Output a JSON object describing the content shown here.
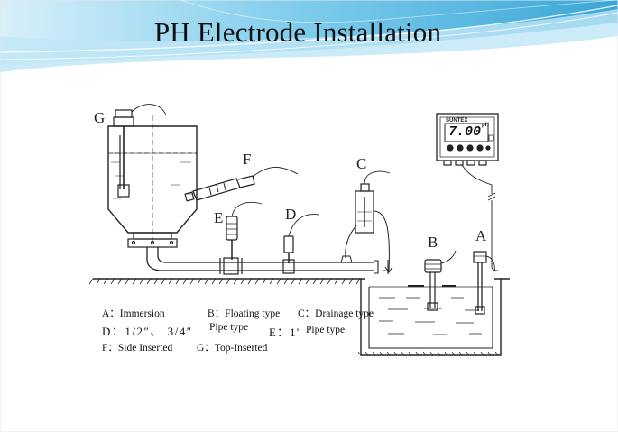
{
  "title": "PH Electrode Installation",
  "labels": {
    "g": "G",
    "f": "F",
    "e": "E",
    "d": "D",
    "c": "C",
    "b": "B",
    "a": "A"
  },
  "meter": {
    "brand": "SUNTEX",
    "reading": "7.00",
    "unit": "pH"
  },
  "legend": {
    "a": "A：Immersion",
    "b": "B：Floating type",
    "c": "C：Drainage type",
    "d": "D：1/2″、 3/4″",
    "d_suffix": "Pipe type",
    "e": "E：1\"",
    "e_suffix": "Pipe type",
    "f": "F：Side Inserted",
    "g": "G：Top-Inserted"
  },
  "colors": {
    "banner": "#4fb6e0",
    "banner_light": "#bfe6f6",
    "line": "#222222"
  }
}
